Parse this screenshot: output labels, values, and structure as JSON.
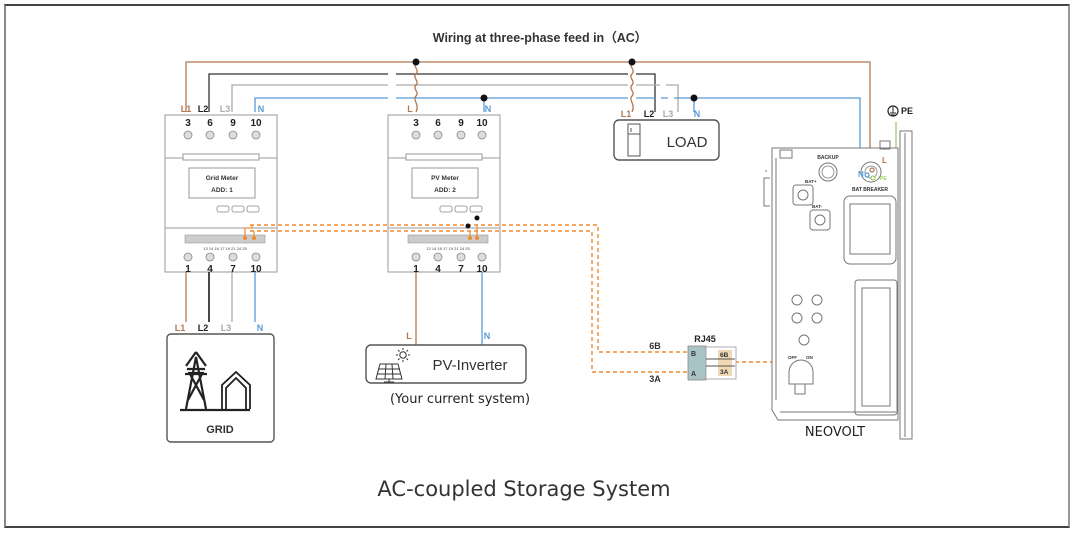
{
  "diagram": {
    "title": "Wiring at three-phase feed in（AC）",
    "caption": "AC-coupled Storage System",
    "colors": {
      "L1": "#b07850",
      "L2": "#333333",
      "L3": "#aaaaaa",
      "N": "#5b9bd5",
      "PE": "#9bd060",
      "comm": "#f08a30",
      "rj45_fill": "#a9c4c4"
    },
    "grid_meter": {
      "name": "Grid Meter",
      "address": "ADD:  1",
      "top_terminals": [
        "3",
        "6",
        "9",
        "10"
      ],
      "bottom_terminals": [
        "1",
        "4",
        "7",
        "10"
      ],
      "top_labels": [
        "L1",
        "L2",
        "L3",
        "N"
      ],
      "bottom_labels": [
        "L1",
        "L2",
        "L3",
        "N"
      ],
      "comm_terminals": "13 14 16 17 19 21 24 25"
    },
    "pv_meter": {
      "name": "PV Meter",
      "address": "ADD:  2",
      "top_terminals": [
        "3",
        "6",
        "9",
        "10"
      ],
      "bottom_terminals": [
        "1",
        "4",
        "7",
        "10"
      ],
      "top_labels": [
        "L",
        "N"
      ],
      "comm_terminals": "13 14 16 17 19 21 24 25"
    },
    "load": {
      "label": "LOAD",
      "phase_labels": [
        "L1",
        "L2",
        "L3",
        "N"
      ]
    },
    "grid": {
      "label": "GRID",
      "phase_labels": [
        "L1",
        "L2",
        "L3",
        "N"
      ]
    },
    "pv_inverter": {
      "label": "PV-Inverter",
      "note": "(Your current system)",
      "phase_labels": [
        "L",
        "N"
      ]
    },
    "rj45": {
      "label": "RJ45",
      "wire_b": "6B",
      "wire_a": "3A",
      "pin_b": "B",
      "pin_a": "A"
    },
    "neovolt": {
      "label": "NEOVOLT",
      "backup_label": "BACKUP",
      "bat_breaker_label": "BAT BREAKER",
      "bat_plus": "BAT+",
      "bat_minus": "BAT-",
      "ac_labels": [
        "N",
        "L",
        "PE"
      ],
      "pe_symbol_label": "PE",
      "switch_labels": [
        "OFF",
        "ON"
      ]
    }
  }
}
